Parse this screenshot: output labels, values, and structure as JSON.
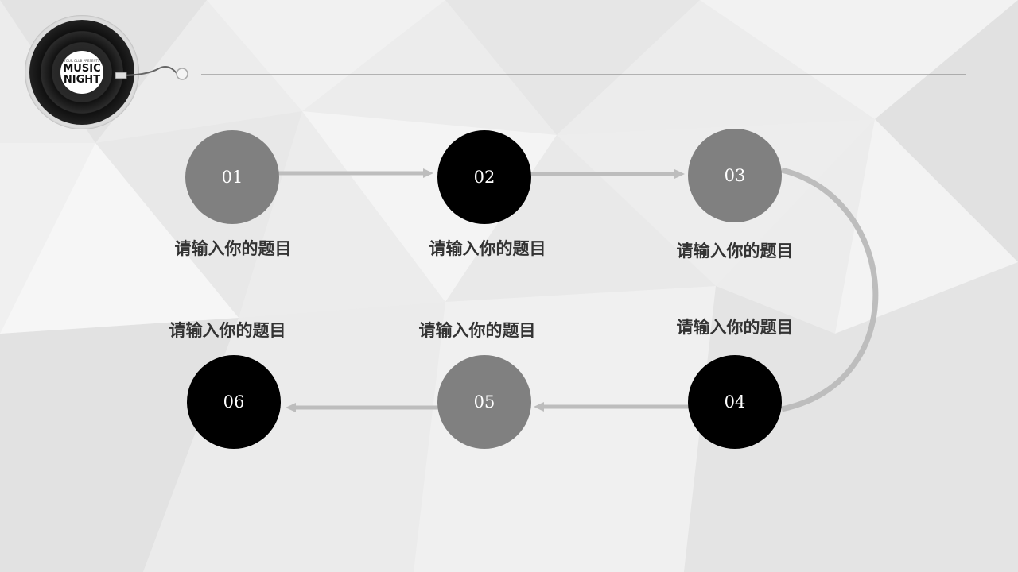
{
  "logo": {
    "tagline": "YOUR CLUB PRESENTS",
    "line1": "MUSIC",
    "line2": "NIGHT"
  },
  "steps": [
    {
      "number": "01",
      "title": "请输入你的题目",
      "color": "#808080"
    },
    {
      "number": "02",
      "title": "请输入你的题目",
      "color": "#000000"
    },
    {
      "number": "03",
      "title": "请输入你的题目",
      "color": "#808080"
    },
    {
      "number": "04",
      "title": "请输入你的题目",
      "color": "#000000"
    },
    {
      "number": "05",
      "title": "请输入你的题目",
      "color": "#808080"
    },
    {
      "number": "06",
      "title": "请输入你的题目",
      "color": "#000000"
    }
  ],
  "colors": {
    "connector": "#bdbdbd",
    "title_text": "#333333"
  }
}
